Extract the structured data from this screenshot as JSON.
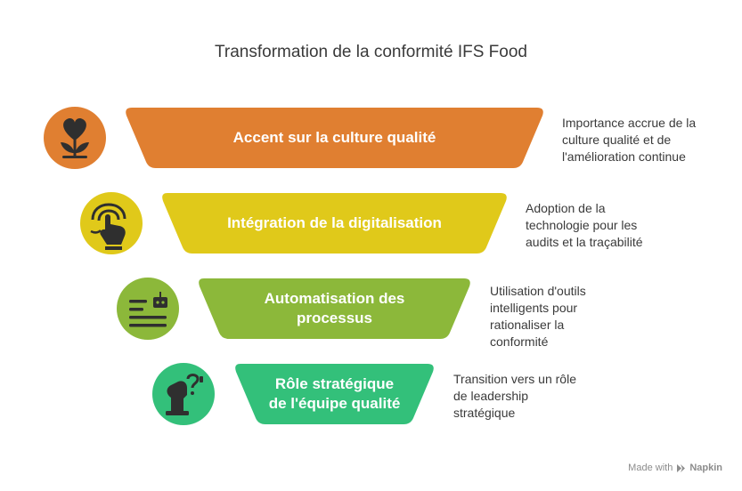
{
  "title": "Transformation de la conformité IFS Food",
  "colors": {
    "orange": "#E07F31",
    "yellow": "#E0C91A",
    "green_light": "#8CB83A",
    "green": "#33C07A",
    "icon_dark": "#2F2F2F"
  },
  "stages": [
    {
      "label": "Accent sur la culture qualité",
      "description_lines": [
        "Importance accrue de la",
        "culture qualité et de",
        "l'amélioration continue"
      ],
      "icon": "heart-plant-icon"
    },
    {
      "label": "Intégration de la digitalisation",
      "description_lines": [
        "Adoption de la",
        "technologie pour les",
        "audits et la traçabilité"
      ],
      "icon": "hand-tap-icon"
    },
    {
      "label_lines": [
        "Automatisation des",
        "processus"
      ],
      "description_lines": [
        "Utilisation d'outils",
        "intelligents pour",
        "rationaliser la",
        "conformité"
      ],
      "icon": "robot-list-icon"
    },
    {
      "label_lines": [
        "Rôle stratégique",
        "de l'équipe qualité"
      ],
      "description_lines": [
        "Transition vers un rôle",
        "de leadership",
        "stratégique"
      ],
      "icon": "chess-knight-icon"
    }
  ],
  "footer": {
    "made_with": "Made with",
    "brand": "Napkin"
  }
}
